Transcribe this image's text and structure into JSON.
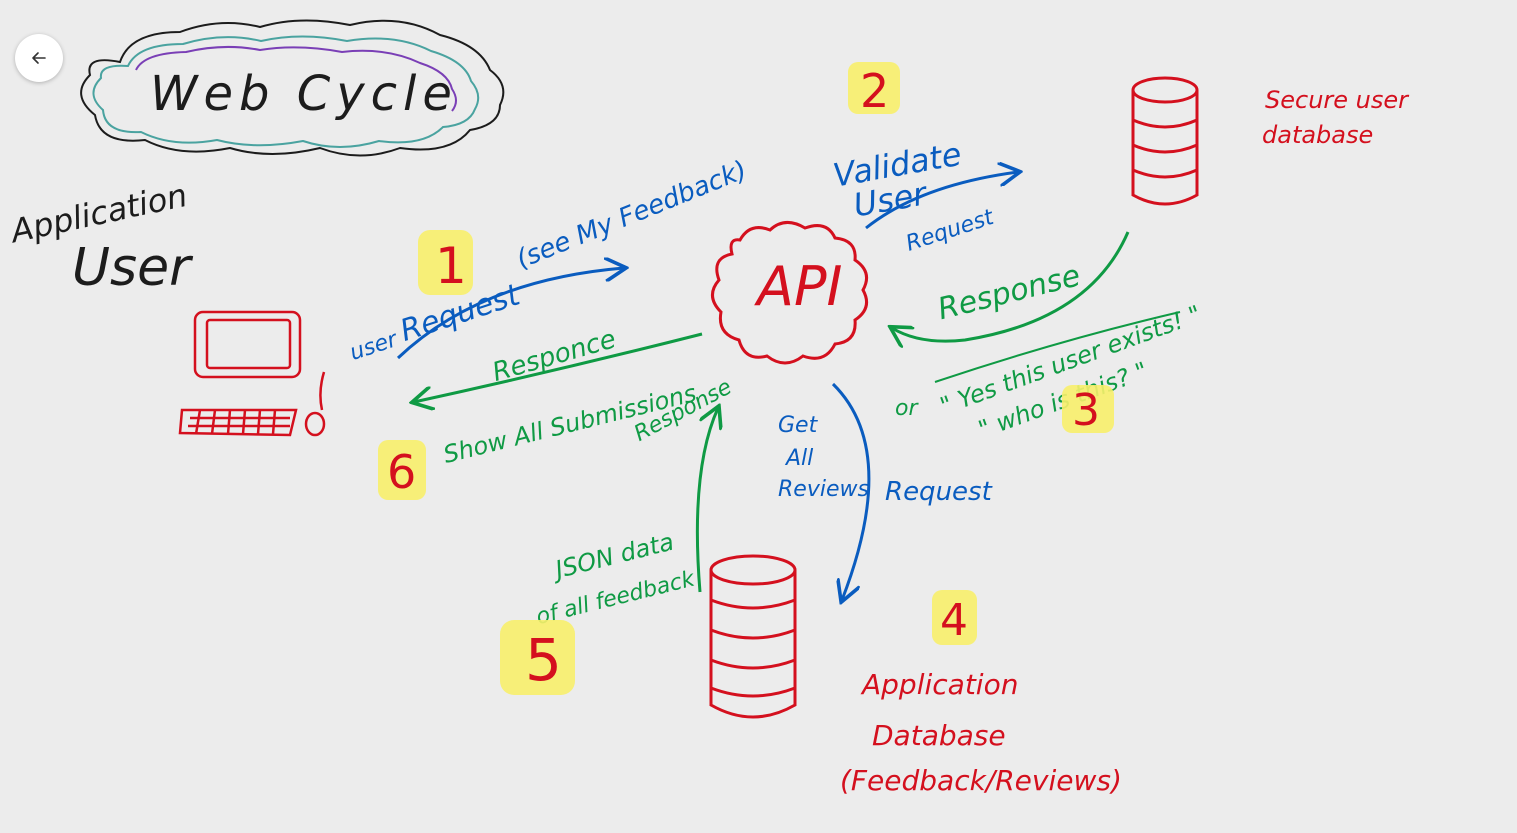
{
  "toolbar": {
    "back_icon": "arrow-left-icon"
  },
  "colors": {
    "background": "#ececec",
    "black_ink": "#1c1c1c",
    "blue_ink": "#0a5cbf",
    "green_ink": "#0f9a44",
    "red_ink": "#d4101e",
    "highlight": "#f8ef6b"
  },
  "title": "Web Cycle",
  "actors": {
    "application_user_line1": "Application",
    "application_user_line2": "User",
    "api": "API",
    "secure_db_line1": "Secure user",
    "secure_db_line2": "database",
    "app_db_line1": "Application",
    "app_db_line2": "Database",
    "app_db_line3": "(Feedback/Reviews)"
  },
  "steps": {
    "step1": "1",
    "step2": "2",
    "step3": "3",
    "step4": "4",
    "step5": "5",
    "step6": "6"
  },
  "edges": {
    "e1_note": "(see My Feedback)",
    "e1_label_small": "user",
    "e1_label": "Request",
    "e2_line1": "Validate",
    "e2_line2": "User",
    "e2_label": "Request",
    "e3_label": "Response",
    "e3_quote1": "\" Yes this user exists! \"",
    "e3_or": "or",
    "e3_quote2": "\" who is this? \"",
    "e4_line1": "Get",
    "e4_line2": "All",
    "e4_line3": "Reviews",
    "e4_label": "Request",
    "e5_line1": "JSON data",
    "e5_line2": "of all feedback",
    "e5_label": "Response",
    "e6_label": "Responce",
    "e6_note": "Show All Submissions"
  }
}
